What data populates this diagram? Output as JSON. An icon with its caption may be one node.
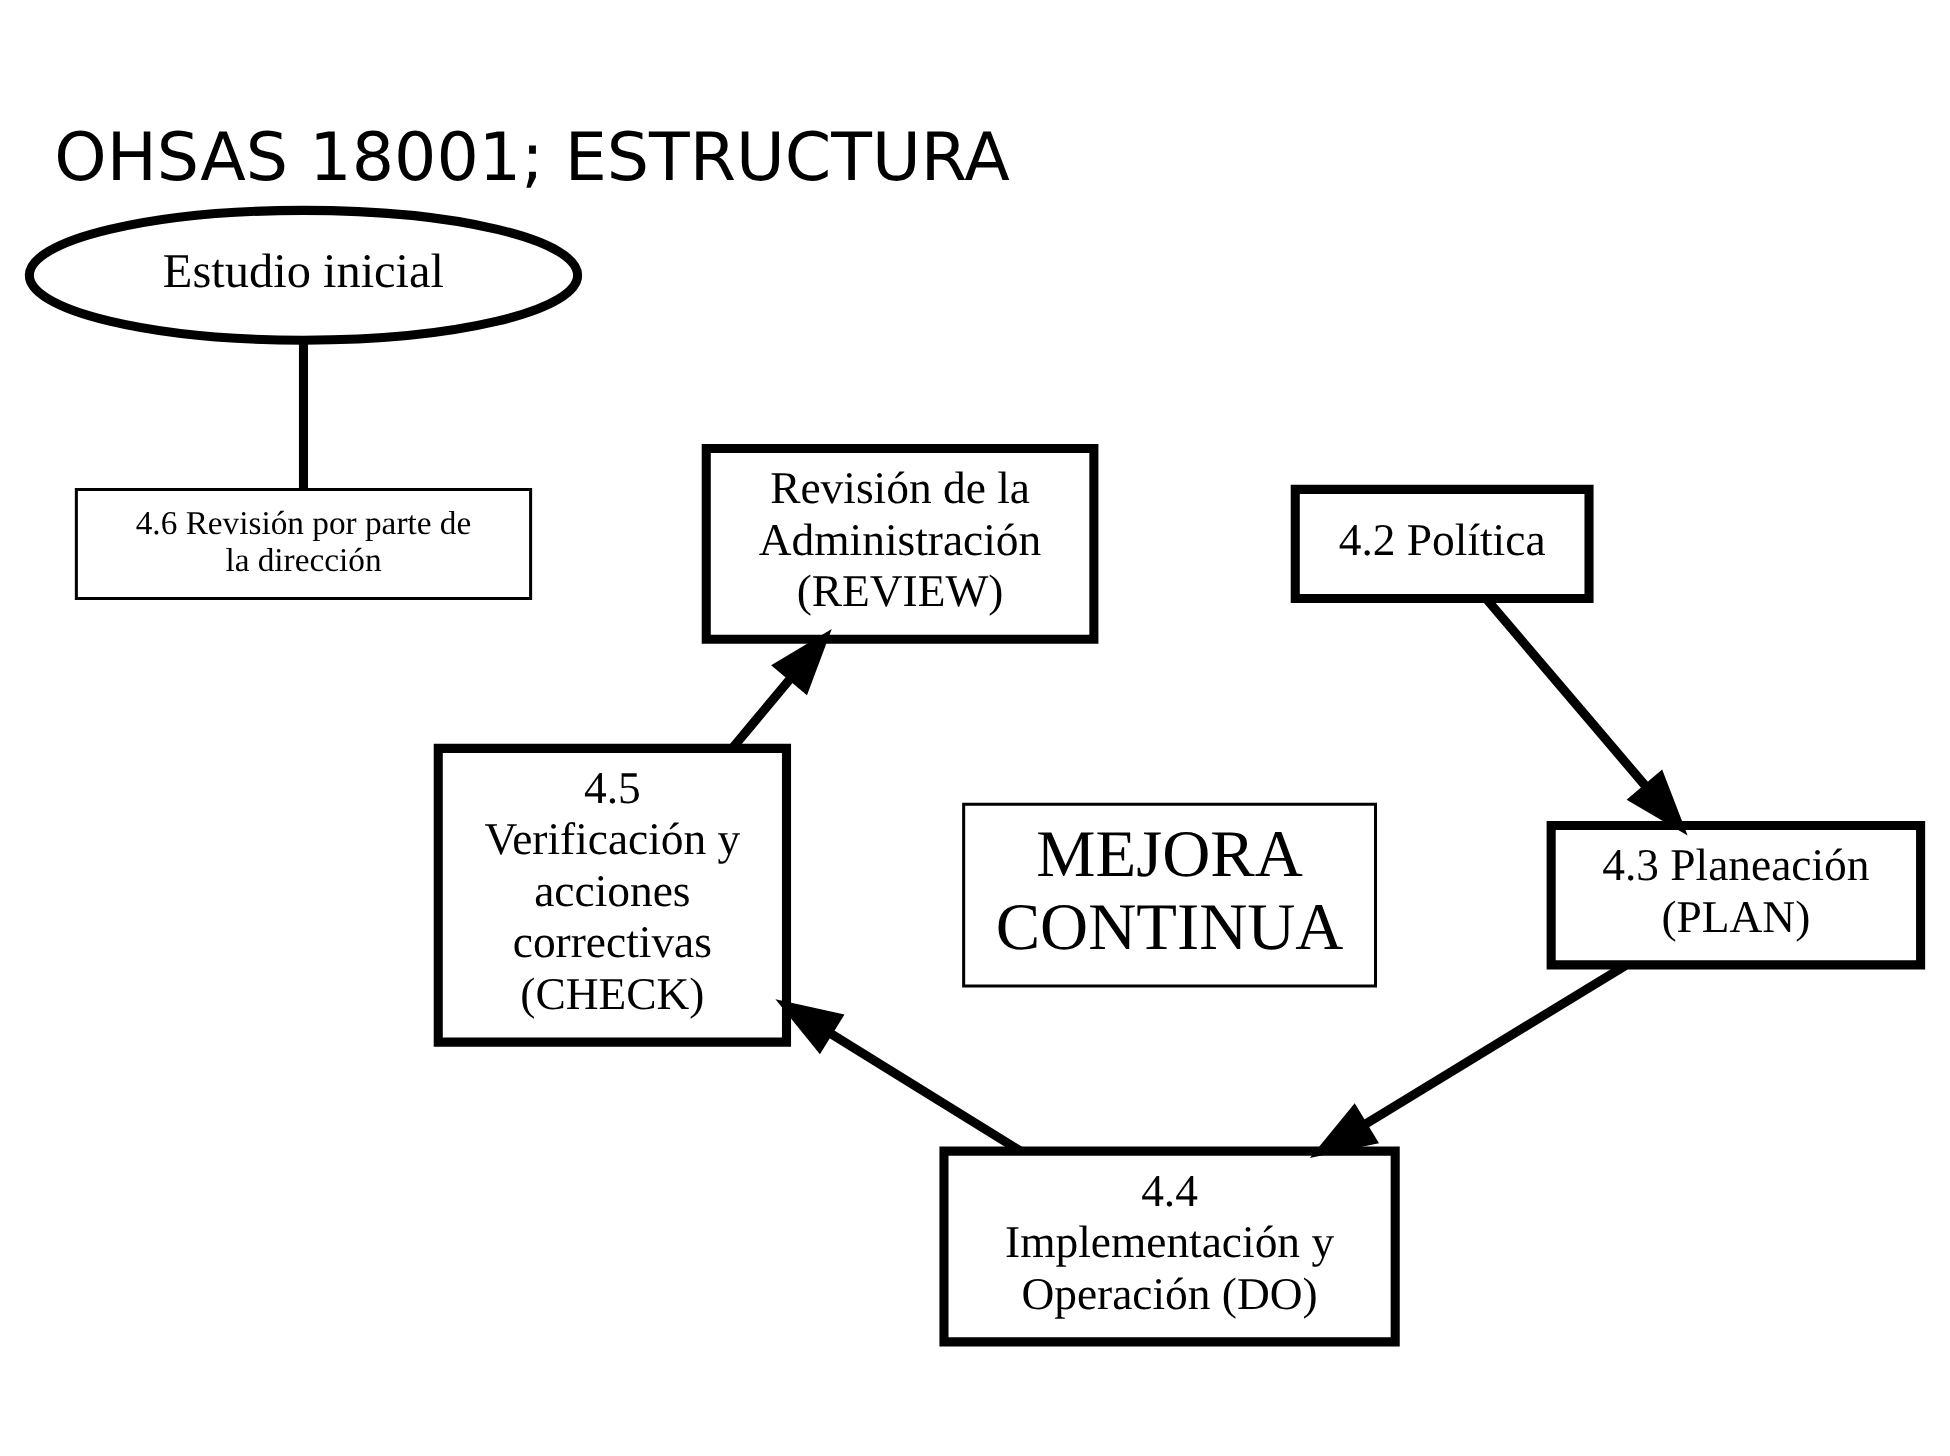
{
  "diagram": {
    "title": "OHSAS 18001; ESTRUCTURA",
    "nodes": [
      {
        "text": [
          "Estudio inicial"
        ]
      },
      {
        "text": [
          "Revisión de la Administración (REVIEW)"
        ]
      },
      {
        "text": [
          "4.6 Revisión por parte de la dirección"
        ]
      },
      {
        "text": [
          "4.2 Política"
        ]
      },
      {
        "text": [
          "4.3 Planeación (PLAN)"
        ]
      },
      {
        "text": [
          "4.4 Implementación y Operación (DO)"
        ]
      },
      {
        "text": [
          "4.5 Verificación y acciones correctivas (CHECK)"
        ]
      },
      {
        "text": [
          "MEJORA CONTINUA"
        ]
      }
    ],
    "edges": [
      {
        "from": 0,
        "to": 2,
        "arrow": "none"
      },
      {
        "from": 3,
        "to": 4,
        "arrow": "to"
      },
      {
        "from": 4,
        "to": 5,
        "arrow": "to"
      },
      {
        "from": 5,
        "to": 6,
        "arrow": "to"
      },
      {
        "from": 6,
        "to": 1,
        "arrow": "to"
      }
    ]
  }
}
